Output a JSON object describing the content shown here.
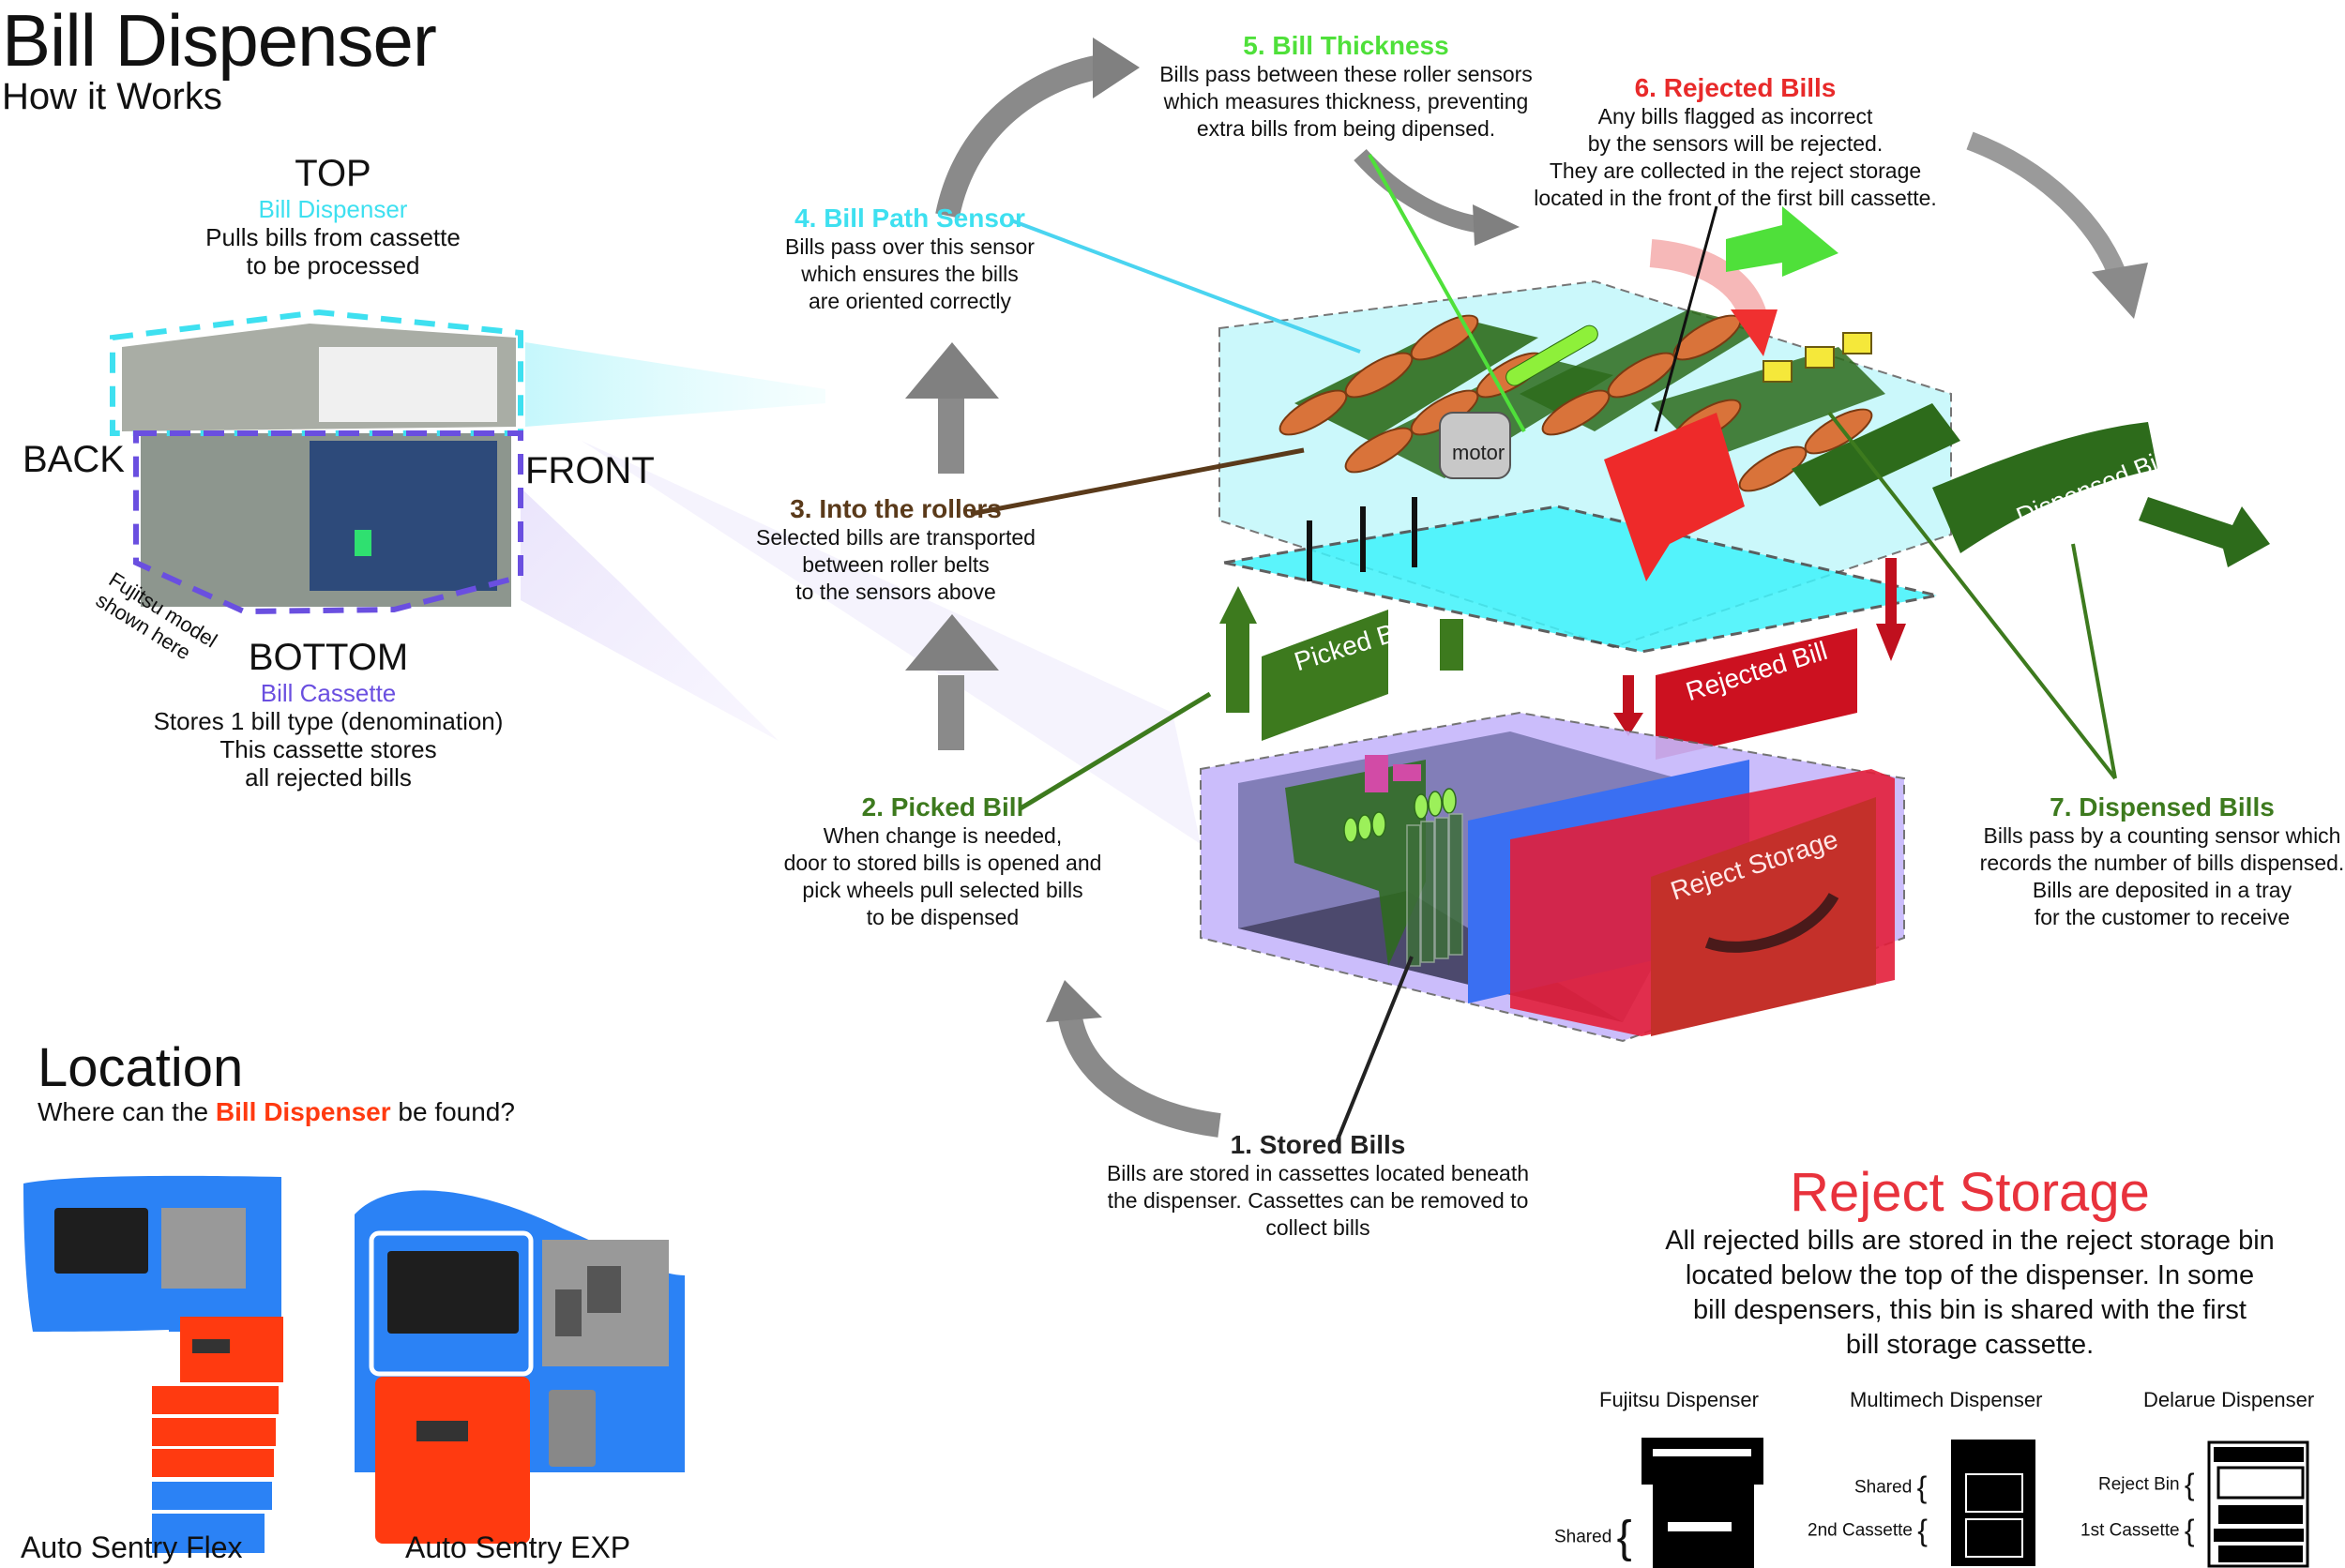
{
  "header": {
    "title": "Bill Dispenser",
    "subtitle": "How it Works"
  },
  "overview": {
    "top": {
      "label": "TOP",
      "component": "Bill Dispenser",
      "line1": "Pulls bills from cassette",
      "line2": "to be processed",
      "color": "#3ee0f0"
    },
    "bottom": {
      "label": "BOTTOM",
      "component": "Bill Cassette",
      "line1": "Stores 1 bill type (denomination)",
      "line2": "This cassette stores",
      "line3": "all rejected bills",
      "color": "#6a4fe0"
    },
    "back_label": "BACK",
    "front_label": "FRONT",
    "model_note_1": "Fujitsu model",
    "model_note_2": "shown here"
  },
  "steps": [
    {
      "number": "1.",
      "title": "Stored Bills",
      "color": "#222222",
      "lines": [
        "Bills are stored in cassettes located beneath",
        "the dispenser. Cassettes can be removed to",
        "collect bills"
      ]
    },
    {
      "number": "2.",
      "title": "Picked Bill",
      "color": "#3d7a1e",
      "lines": [
        "When change is needed,",
        "door to stored bills is opened and",
        "pick wheels pull selected bills",
        "to be dispensed"
      ]
    },
    {
      "number": "3.",
      "title": "Into the rollers",
      "color": "#5a3a1a",
      "lines": [
        "Selected bills are transported",
        "between roller belts",
        "to the sensors above"
      ]
    },
    {
      "number": "4.",
      "title": "Bill Path Sensor",
      "color": "#3ee0f0",
      "lines": [
        "Bills pass over this sensor",
        "which ensures the bills",
        "are oriented correctly"
      ]
    },
    {
      "number": "5.",
      "title": "Bill Thickness",
      "color": "#4fe03a",
      "lines": [
        "Bills pass between these roller sensors",
        "which measures thickness, preventing",
        "extra bills from being dipensed."
      ]
    },
    {
      "number": "6.",
      "title": "Rejected Bills",
      "color": "#e82a2a",
      "lines": [
        "Any bills flagged as incorrect",
        "by the sensors will be rejected.",
        "They are collected in the reject storage",
        "located in the front of the first bill cassette."
      ]
    },
    {
      "number": "7.",
      "title": "Dispensed Bills",
      "color": "#3d7a1e",
      "lines": [
        "Bills pass by a counting sensor which",
        "records the number of bills dispensed.",
        "Bills are deposited in a tray",
        "for the customer to receive"
      ]
    }
  ],
  "diagram_labels": {
    "motor": "motor",
    "picked_bill": "Picked Bill",
    "rejected_bill": "Rejected Bill",
    "dispensed_bill": "Dispensed Bill",
    "reject_storage": "Reject Storage"
  },
  "location": {
    "title": "Location",
    "question_pre": "Where can the ",
    "question_highlight": "Bill Dispenser",
    "question_post": " be found?",
    "highlight_color": "#ff3a10",
    "kiosks": [
      {
        "name": "Auto Sentry Flex"
      },
      {
        "name": "Auto Sentry EXP"
      }
    ],
    "colors": {
      "body": "#2b82f5",
      "dispenser": "#ff3a10",
      "screen": "#1e1e1e",
      "panel": "#999999"
    }
  },
  "reject_storage": {
    "title": "Reject Storage",
    "title_color": "#e8323c",
    "lines": [
      "All rejected bills are stored in the reject storage bin",
      "located below the top of the dispenser. In some",
      "bill despensers, this bin is shared with the first",
      "bill storage cassette."
    ],
    "dispensers": [
      {
        "name": "Fujitsu Dispenser",
        "labels": [
          "Shared"
        ]
      },
      {
        "name": "Multimech Dispenser",
        "labels": [
          "Shared",
          "2nd Cassette"
        ]
      },
      {
        "name": "Delarue Dispenser",
        "labels": [
          "Reject Bin",
          "1st Cassette"
        ]
      }
    ]
  }
}
